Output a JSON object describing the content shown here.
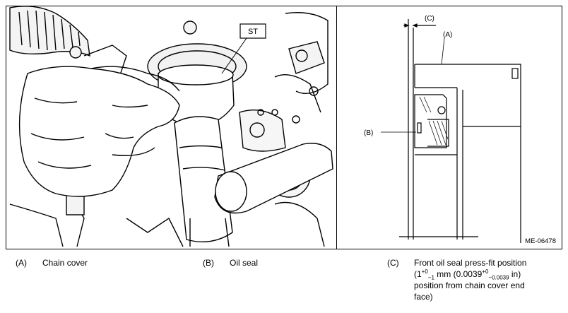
{
  "figure": {
    "photo_label": "ST",
    "callouts": {
      "a": "(A)",
      "b": "(B)",
      "c": "(C)"
    },
    "code": "ME-06478"
  },
  "legend": [
    {
      "key": "(A)",
      "text": "Chain cover"
    },
    {
      "key": "(B)",
      "text": "Oil seal"
    },
    {
      "key": "(C)",
      "line1_prefix": "Front oil seal press-fit position",
      "line2_open": "(1",
      "line2_sup1": "+0",
      "line2_sub1": "−1",
      "line2_mid": " mm (0.0039",
      "line2_sup2": "+0",
      "line2_sub2": "−0.0039",
      "line2_end": " in)",
      "line3": "position from chain cover end",
      "line4": "face)"
    }
  ]
}
